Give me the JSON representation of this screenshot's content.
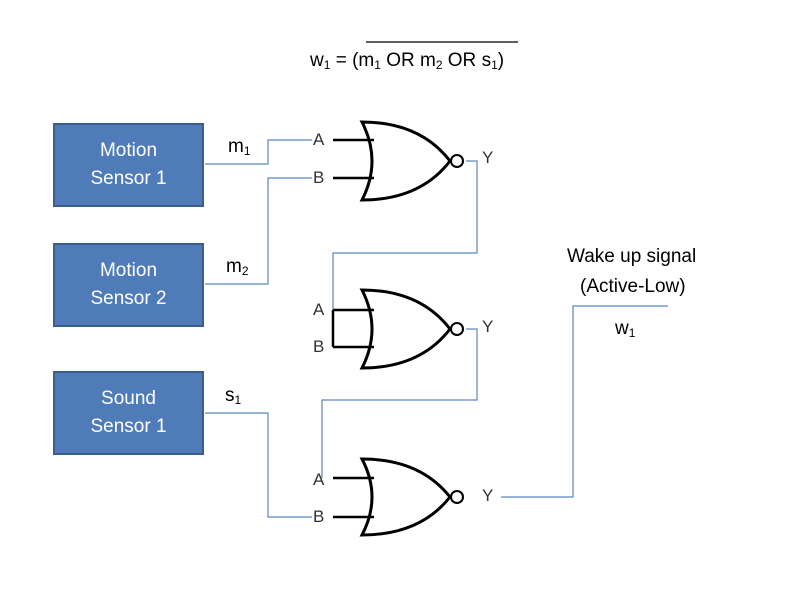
{
  "equation": {
    "lhs": "w",
    "lhs_sub": "1",
    "eq": " = ",
    "open": "(",
    "t1": "m",
    "t1_sub": "1",
    "op1": " OR ",
    "t2": "m",
    "t2_sub": "2",
    "op2": " OR ",
    "t3": "s",
    "t3_sub": "1",
    "close": ")"
  },
  "sensors": [
    {
      "line1": "Motion",
      "line2": "Sensor 1"
    },
    {
      "line1": "Motion",
      "line2": "Sensor 2"
    },
    {
      "line1": "Sound",
      "line2": "Sensor 1"
    }
  ],
  "signals": [
    {
      "name": "m",
      "sub": "1"
    },
    {
      "name": "m",
      "sub": "2"
    },
    {
      "name": "s",
      "sub": "1"
    }
  ],
  "pins": {
    "a": "A",
    "b": "B",
    "y": "Y"
  },
  "output": {
    "title_line1": "Wake up signal",
    "title_line2": "(Active-Low)",
    "name": "w",
    "sub": "1"
  },
  "colors": {
    "box_fill": "#4f7cb8",
    "box_border": "#3a5f8e",
    "wire": "#5a86c0",
    "gate": "#000000"
  }
}
